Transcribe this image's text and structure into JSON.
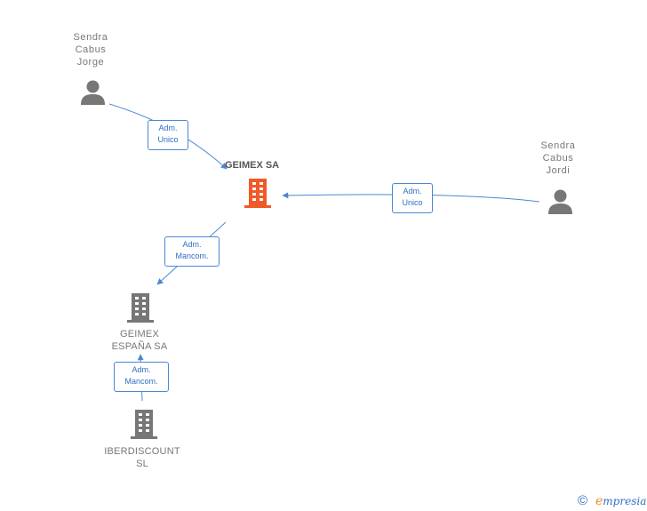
{
  "nodes": {
    "person_jorge": {
      "lines": [
        "Sendra",
        "Cabus",
        "Jorge"
      ],
      "icon": "person-icon"
    },
    "person_jordi": {
      "lines": [
        "Sendra",
        "Cabus",
        "Jordi"
      ],
      "icon": "person-icon"
    },
    "geimex_sa": {
      "label": "GEIMEX SA",
      "icon": "building-icon",
      "color": "#f05a28"
    },
    "geimex_espana": {
      "lines": [
        "GEIMEX",
        "ESPAÑA SA"
      ],
      "icon": "building-icon"
    },
    "iberdiscount": {
      "lines": [
        "IBERDISCOUNT",
        "SL"
      ],
      "icon": "building-icon"
    }
  },
  "edges": {
    "jorge_to_geimex": {
      "lines": [
        "Adm.",
        "Unico"
      ]
    },
    "jordi_to_geimex": {
      "lines": [
        "Adm.",
        "Unico"
      ]
    },
    "geimex_to_espana": {
      "lines": [
        "Adm.",
        "Mancom."
      ]
    },
    "iberdiscount_to_espana": {
      "lines": [
        "Adm.",
        "Mancom."
      ]
    }
  },
  "colors": {
    "edge": "#4a88d6",
    "node_icon": "#777777",
    "highlight": "#f05a28"
  },
  "footer": {
    "copyright_symbol": "©",
    "brand_initial": "e",
    "brand_rest": "mpresia"
  }
}
